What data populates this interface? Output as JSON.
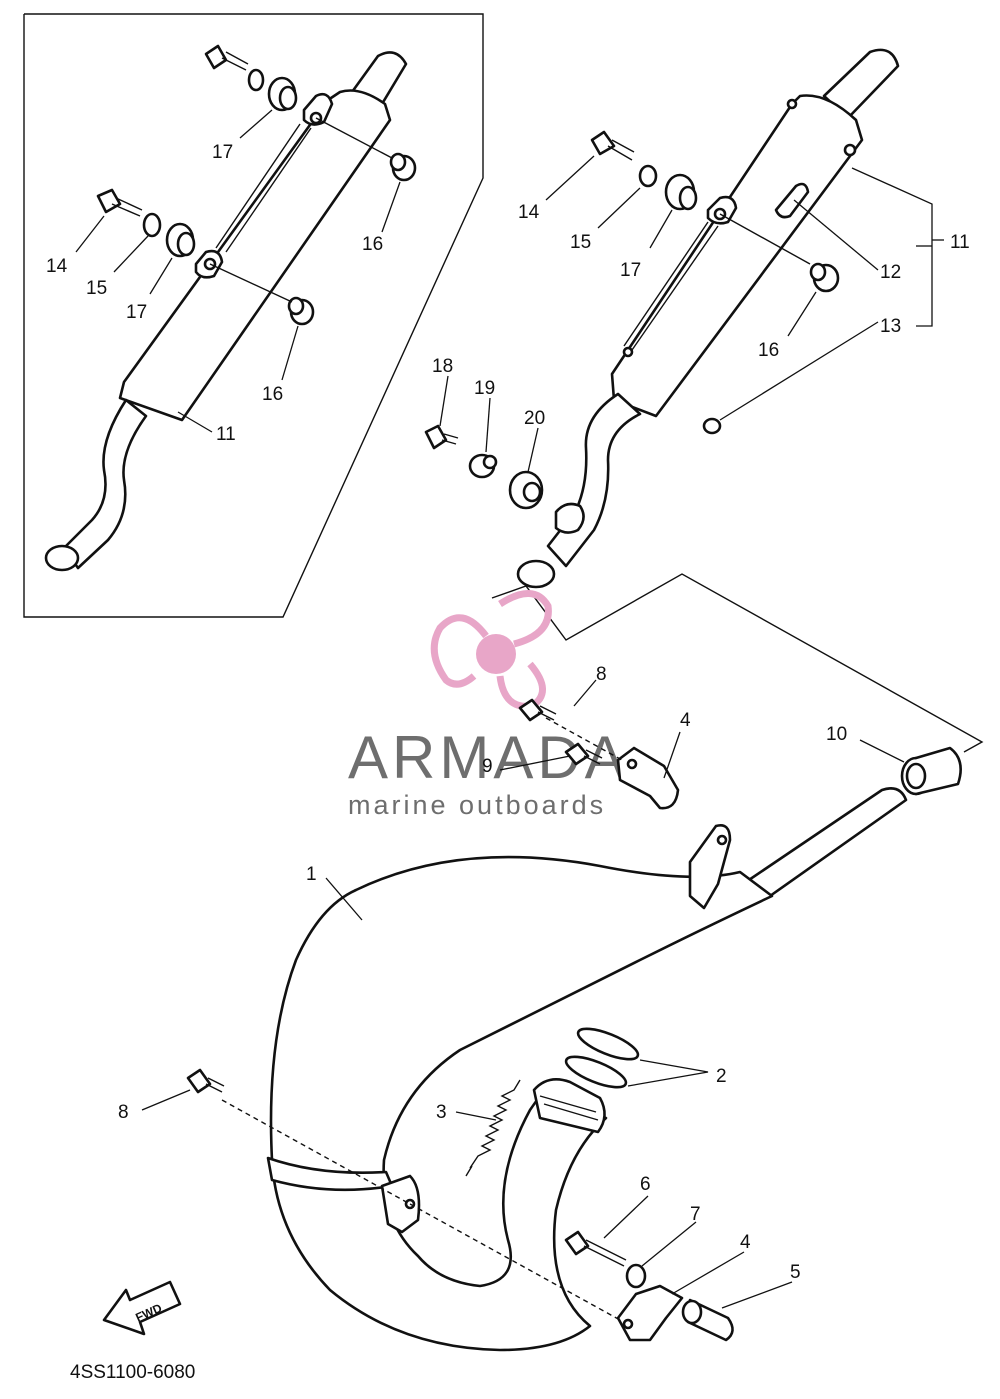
{
  "diagram": {
    "drawing_code": "4SS1100-6080",
    "direction_label": "FWD",
    "callouts": {
      "c1": "1",
      "c2": "2",
      "c3": "3",
      "c4a": "4",
      "c4b": "4",
      "c5": "5",
      "c6": "6",
      "c7": "7",
      "c8a": "8",
      "c8b": "8",
      "c9": "9",
      "c10": "10",
      "c11a": "11",
      "c11b": "11",
      "c12": "12",
      "c13": "13",
      "c14a": "14",
      "c14b": "14",
      "c15a": "15",
      "c15b": "15",
      "c16a": "16",
      "c16b": "16",
      "c16c": "16",
      "c17a": "17",
      "c17b": "17",
      "c17c": "17",
      "c18": "18",
      "c19": "19",
      "c20": "20"
    }
  },
  "watermark": {
    "brand": "ARMADA",
    "tagline": "marine outboards",
    "colors": {
      "logo": "#e8a6c8",
      "text": "#6e6e6e"
    }
  },
  "colors": {
    "line": "#111111",
    "background": "#ffffff"
  }
}
